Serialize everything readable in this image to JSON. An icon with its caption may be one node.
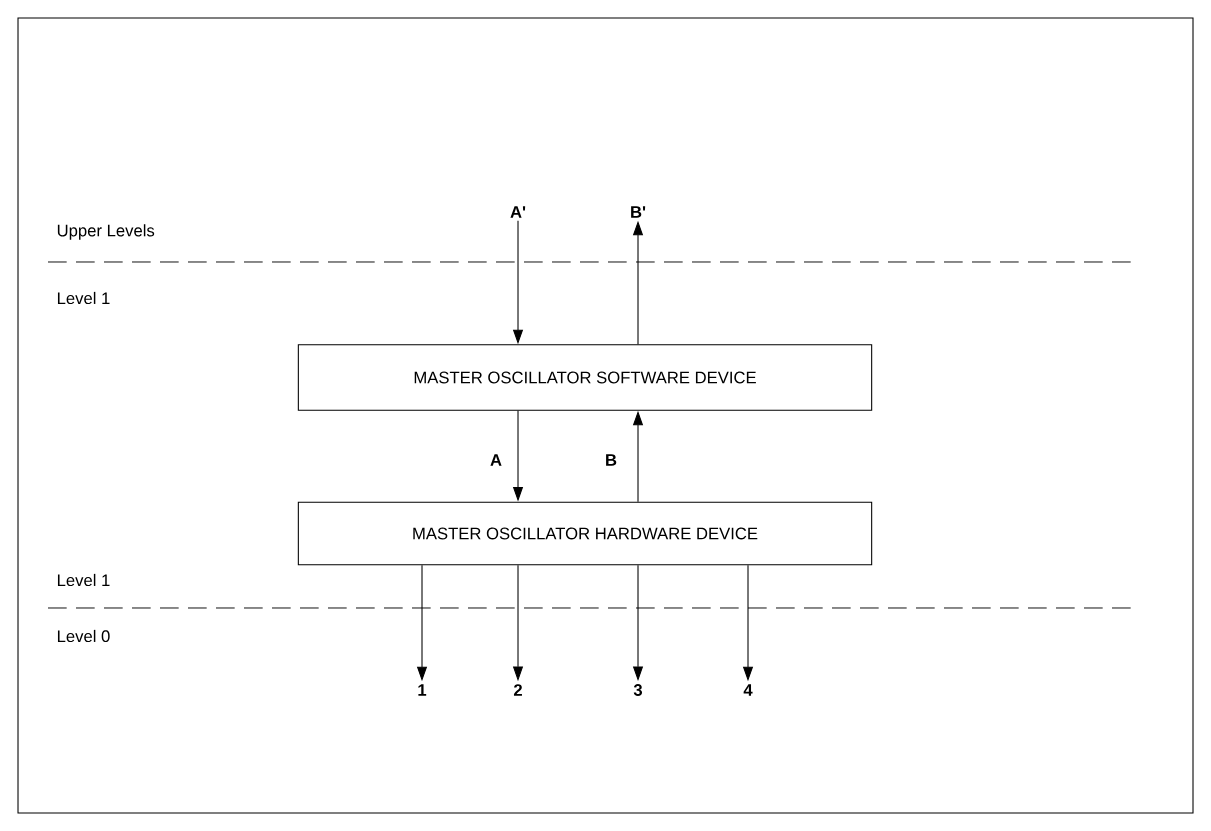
{
  "diagram": {
    "nodes": [
      {
        "text": [
          "MASTER OSCILLATOR SOFTWARE DEVICE"
        ]
      },
      {
        "text": [
          "MASTER OSCILLATOR HARDWARE DEVICE"
        ]
      },
      {
        "text": [
          "A'"
        ]
      },
      {
        "text": [
          "B'"
        ]
      },
      {
        "text": [
          "1"
        ]
      },
      {
        "text": [
          "2"
        ]
      },
      {
        "text": [
          "3"
        ]
      },
      {
        "text": [
          "4"
        ]
      }
    ],
    "edges": [
      {
        "from": 2,
        "to": 0,
        "arrow": "to"
      },
      {
        "from": 0,
        "to": 3,
        "arrow": "to"
      },
      {
        "from": 0,
        "to": 1,
        "arrow": "to",
        "label": "A"
      },
      {
        "from": 1,
        "to": 0,
        "arrow": "to",
        "label": "B"
      },
      {
        "from": 1,
        "to": 4,
        "arrow": "to"
      },
      {
        "from": 1,
        "to": 5,
        "arrow": "to"
      },
      {
        "from": 1,
        "to": 6,
        "arrow": "to"
      },
      {
        "from": 1,
        "to": 7,
        "arrow": "to"
      }
    ],
    "labels": [
      "Upper Levels",
      "Level 1",
      "Level 1",
      "Level 0"
    ]
  }
}
